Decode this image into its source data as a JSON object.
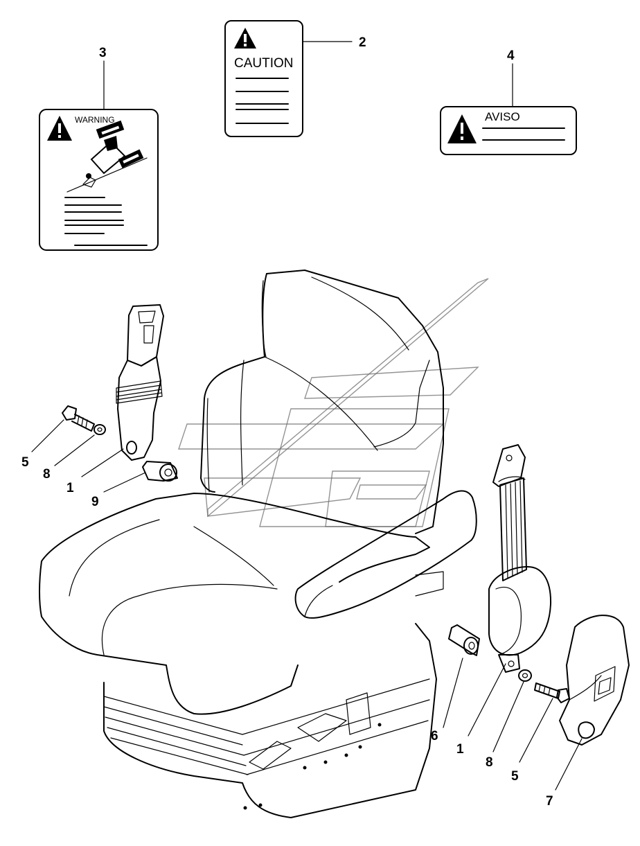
{
  "labels": {
    "caution_text": "CAUTION",
    "warning_text": "WARNING",
    "aviso_text": "AVISO"
  },
  "callouts": {
    "c1_left": "1",
    "c1_right": "1",
    "c2": "2",
    "c3": "3",
    "c4": "4",
    "c5_left": "5",
    "c5_right": "5",
    "c6": "6",
    "c7": "7",
    "c8_left": "8",
    "c8_right": "8",
    "c9": "9"
  },
  "icons": [
    "warning-triangle-icon",
    "tractor-rollover-pictogram"
  ]
}
